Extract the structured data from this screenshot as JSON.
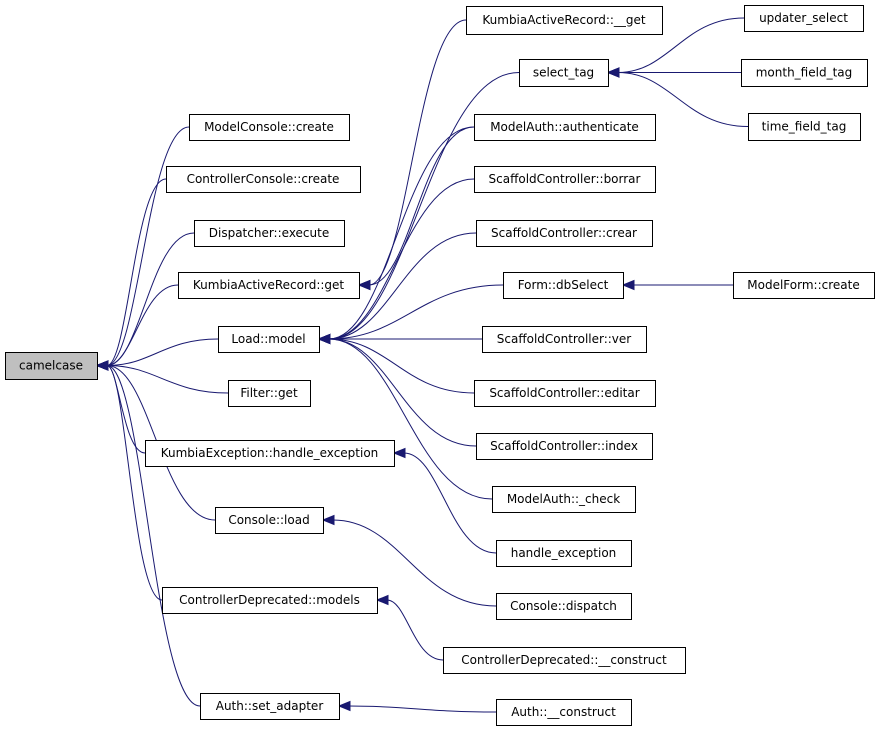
{
  "graph": {
    "edge_color": "#191970",
    "root_fill": "#bfbfbf",
    "nodes": [
      {
        "id": "camelcase",
        "label": "camelcase",
        "root": true
      },
      {
        "id": "mc_create",
        "label": "ModelConsole::create"
      },
      {
        "id": "cc_create",
        "label": "ControllerConsole::create"
      },
      {
        "id": "disp_exec",
        "label": "Dispatcher::execute"
      },
      {
        "id": "kar_get",
        "label": "KumbiaActiveRecord::get"
      },
      {
        "id": "load_model",
        "label": "Load::model"
      },
      {
        "id": "filter_get",
        "label": "Filter::get"
      },
      {
        "id": "ke_handle",
        "label": "KumbiaException::handle_exception"
      },
      {
        "id": "console_load",
        "label": "Console::load"
      },
      {
        "id": "cd_models",
        "label": "ControllerDeprecated::models"
      },
      {
        "id": "auth_set",
        "label": "Auth::set_adapter"
      },
      {
        "id": "kar__get",
        "label": "KumbiaActiveRecord::__get"
      },
      {
        "id": "select_tag",
        "label": "select_tag"
      },
      {
        "id": "ma_auth",
        "label": "ModelAuth::authenticate"
      },
      {
        "id": "sc_borrar",
        "label": "ScaffoldController::borrar"
      },
      {
        "id": "sc_crear",
        "label": "ScaffoldController::crear"
      },
      {
        "id": "form_db",
        "label": "Form::dbSelect"
      },
      {
        "id": "sc_ver",
        "label": "ScaffoldController::ver"
      },
      {
        "id": "sc_editar",
        "label": "ScaffoldController::editar"
      },
      {
        "id": "sc_index",
        "label": "ScaffoldController::index"
      },
      {
        "id": "ma_check",
        "label": "ModelAuth::_check"
      },
      {
        "id": "handle_exc",
        "label": "handle_exception"
      },
      {
        "id": "console_disp",
        "label": "Console::dispatch"
      },
      {
        "id": "cd_construct",
        "label": "ControllerDeprecated::__construct"
      },
      {
        "id": "auth_construct",
        "label": "Auth::__construct"
      },
      {
        "id": "updater_select",
        "label": "updater_select"
      },
      {
        "id": "month_field",
        "label": "month_field_tag"
      },
      {
        "id": "time_field",
        "label": "time_field_tag"
      },
      {
        "id": "mf_create",
        "label": "ModelForm::create"
      }
    ],
    "edges": [
      {
        "from": "mc_create",
        "to": "camelcase"
      },
      {
        "from": "cc_create",
        "to": "camelcase"
      },
      {
        "from": "disp_exec",
        "to": "camelcase"
      },
      {
        "from": "kar_get",
        "to": "camelcase"
      },
      {
        "from": "load_model",
        "to": "camelcase"
      },
      {
        "from": "filter_get",
        "to": "camelcase"
      },
      {
        "from": "ke_handle",
        "to": "camelcase"
      },
      {
        "from": "console_load",
        "to": "camelcase"
      },
      {
        "from": "cd_models",
        "to": "camelcase"
      },
      {
        "from": "auth_set",
        "to": "camelcase"
      },
      {
        "from": "kar__get",
        "to": "kar_get"
      },
      {
        "from": "ma_auth",
        "to": "kar_get"
      },
      {
        "from": "select_tag",
        "to": "load_model"
      },
      {
        "from": "ma_auth",
        "to": "load_model"
      },
      {
        "from": "sc_borrar",
        "to": "load_model"
      },
      {
        "from": "sc_crear",
        "to": "load_model"
      },
      {
        "from": "form_db",
        "to": "load_model"
      },
      {
        "from": "sc_ver",
        "to": "load_model"
      },
      {
        "from": "sc_editar",
        "to": "load_model"
      },
      {
        "from": "sc_index",
        "to": "load_model"
      },
      {
        "from": "ma_check",
        "to": "load_model"
      },
      {
        "from": "handle_exc",
        "to": "ke_handle"
      },
      {
        "from": "console_disp",
        "to": "console_load"
      },
      {
        "from": "cd_construct",
        "to": "cd_models"
      },
      {
        "from": "auth_construct",
        "to": "auth_set"
      },
      {
        "from": "updater_select",
        "to": "select_tag"
      },
      {
        "from": "month_field",
        "to": "select_tag"
      },
      {
        "from": "time_field",
        "to": "select_tag"
      },
      {
        "from": "mf_create",
        "to": "form_db"
      }
    ]
  }
}
